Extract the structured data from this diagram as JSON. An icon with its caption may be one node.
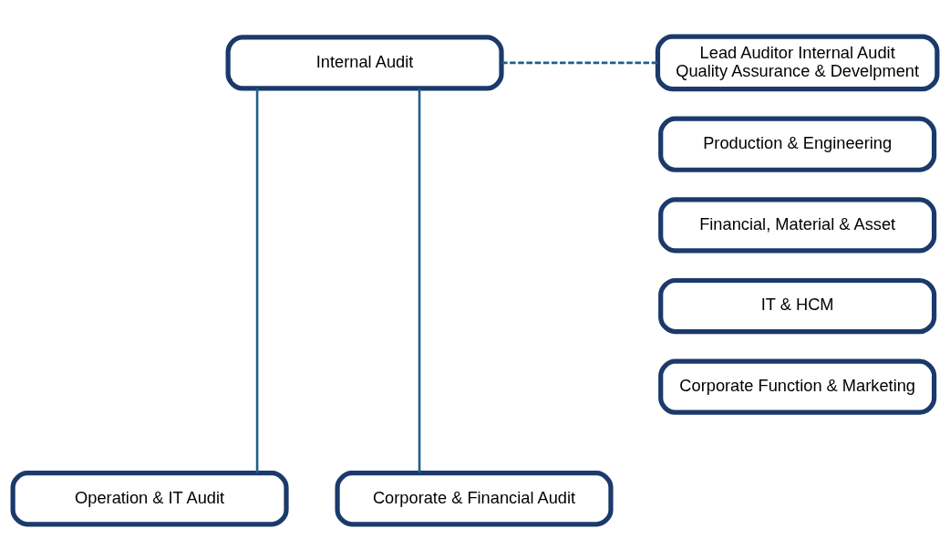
{
  "diagram": {
    "nodes": [
      {
        "text": [
          "Internal Audit"
        ]
      },
      {
        "text": [
          "Lead Auditor Internal Audit Quality Assurance & Develpment"
        ]
      },
      {
        "text": [
          "Production & Engineering"
        ]
      },
      {
        "text": [
          "Financial, Material & Asset"
        ]
      },
      {
        "text": [
          "IT & HCM"
        ]
      },
      {
        "text": [
          "Corporate Function & Marketing"
        ]
      },
      {
        "text": [
          "Operation & IT Audit"
        ]
      },
      {
        "text": [
          "Corporate & Financial Audit"
        ]
      }
    ],
    "edges": [
      {
        "from": 0,
        "to": 1,
        "arrow": "none",
        "style": "dashed"
      },
      {
        "from": 0,
        "to": 6,
        "arrow": "none"
      },
      {
        "from": 0,
        "to": 7,
        "arrow": "none"
      }
    ]
  }
}
